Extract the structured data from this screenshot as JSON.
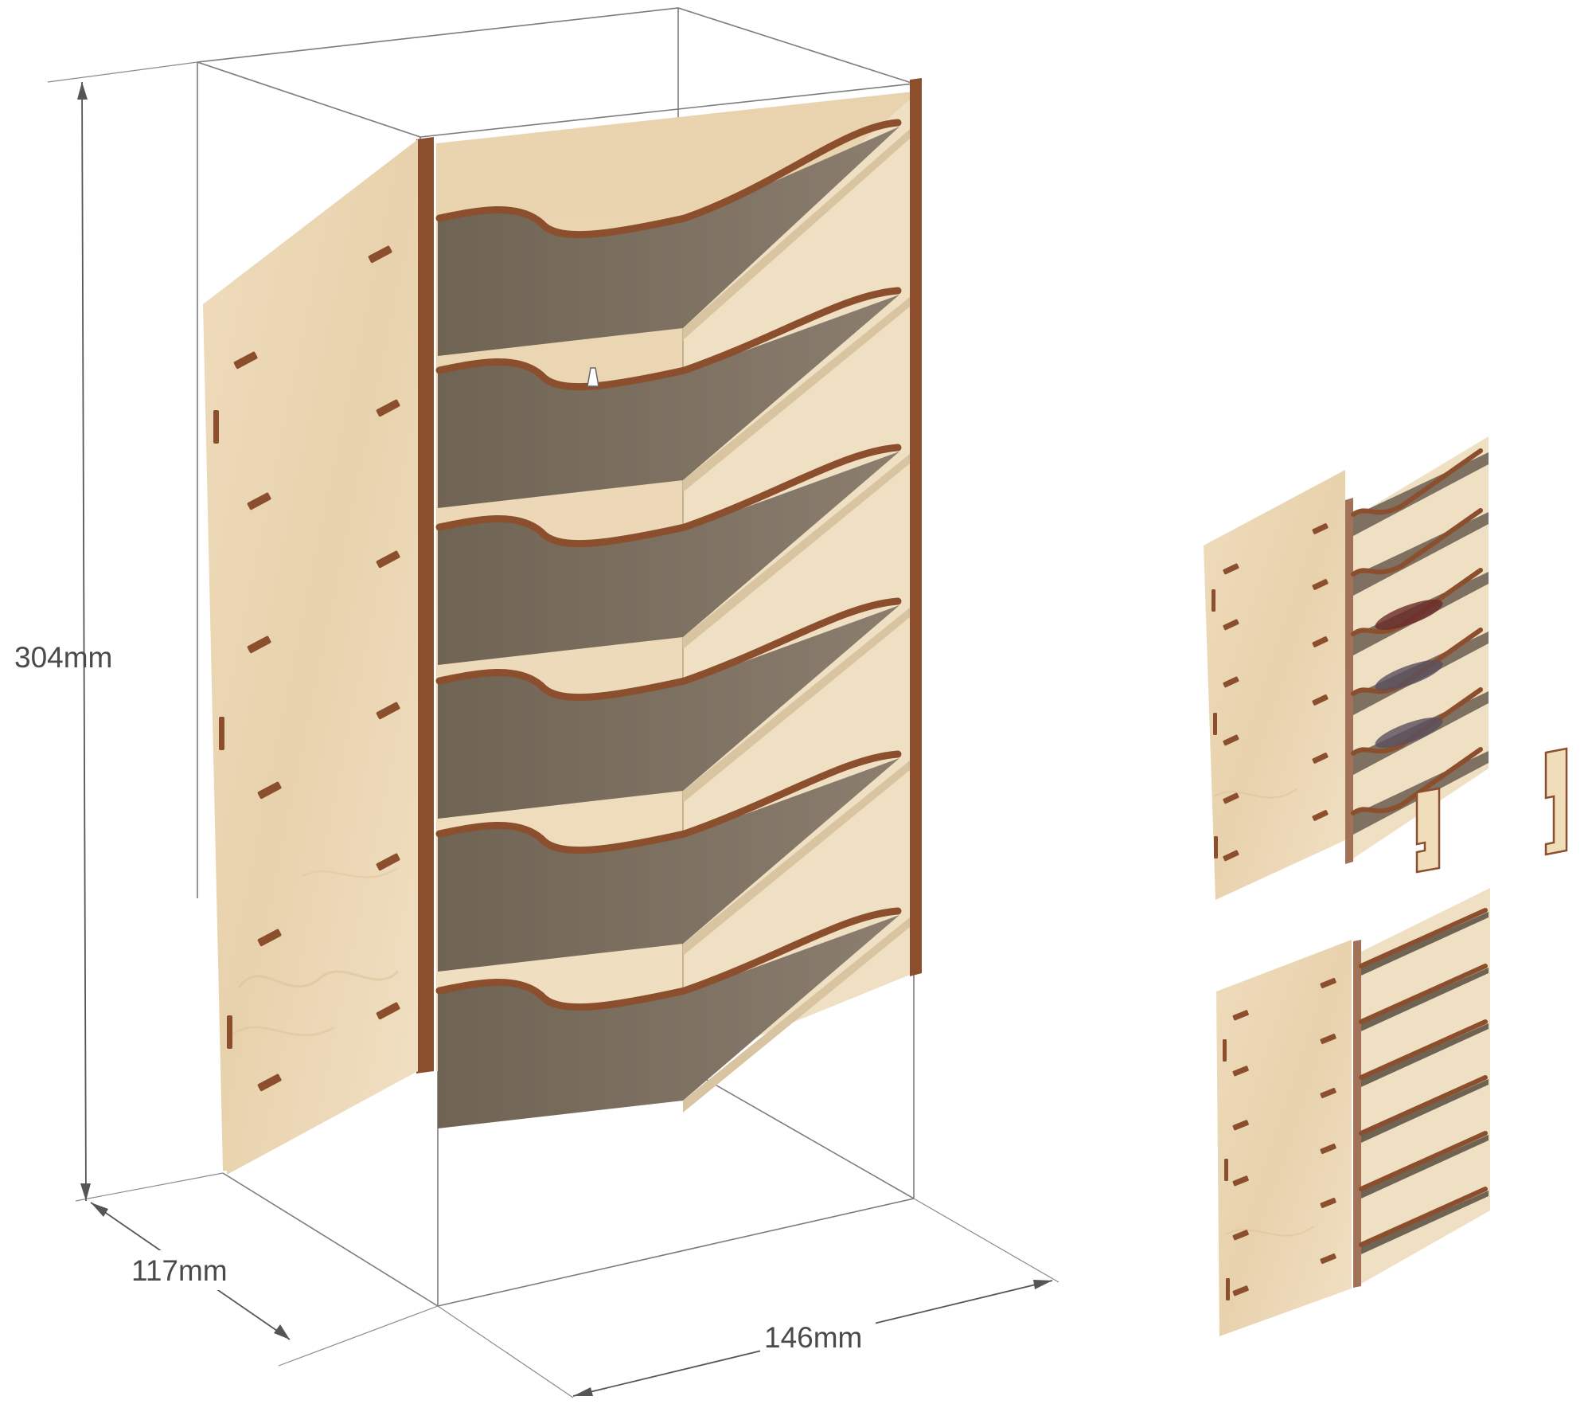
{
  "dimensions": {
    "height": "304mm",
    "depth": "117mm",
    "width": "146mm"
  },
  "colors": {
    "plywood_face": "#ecd8b6",
    "plywood_face_shade": "#e2c9a0",
    "plywood_edge": "#8b4f2e",
    "shelf_top": "#7e7162",
    "slot": "#8b4f2e",
    "box_lines": "#7c7c7c"
  },
  "views": {
    "assembled_shelf_count": 6,
    "exploded_upper_shelf_count": 6,
    "exploded_lower_shelf_count": 6,
    "loose_clip_count": 2
  }
}
